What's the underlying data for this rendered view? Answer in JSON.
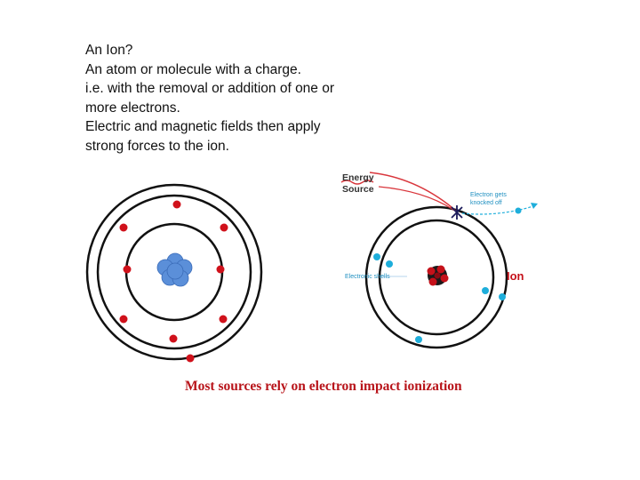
{
  "slide": {
    "lines": [
      "An Ion?",
      "An atom or molecule with a charge.",
      "i.e. with the removal or addition of one or",
      "more electrons.",
      "Electric and magnetic fields then apply",
      "strong forces to the ion."
    ],
    "caption": "Most sources rely on electron impact ionization"
  },
  "ion_diagram": {
    "energy_source_line1": "Energy",
    "energy_source_line2": "Source",
    "electron_knocked_line1": "Electron gets",
    "electron_knocked_line2": "knocked off",
    "electronic_shells": "Electronic shells",
    "ion_label": "Ion"
  },
  "colors": {
    "electron_red": "#d0111b",
    "nucleus_blue": "#5b8fd9",
    "electron_cyan": "#1eaedb",
    "energy_line": "#d9363c",
    "caption": "#b8141a"
  }
}
